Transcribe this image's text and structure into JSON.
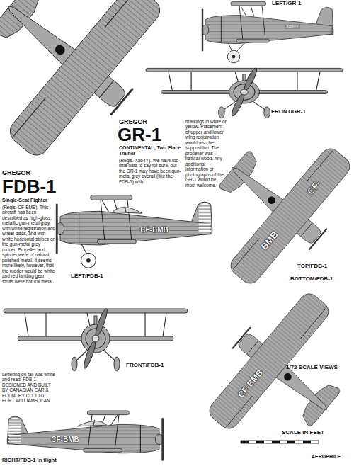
{
  "diagram": {
    "labels": [
      "LEFT/GR-1",
      "X864Y",
      "FRONT/GR-1",
      "GREGOR",
      "GR-1",
      "CONTINENTAL, Two Place Trainer",
      "(Regis. X864Y). We have too little data to say for sure, but the GR-1 may have been gun-metal grey overall (like the FDB-1) with",
      "markings in white or yellow. Placement of upper and lower wing registration would also be supposition. The propeller was natural wood. Any additional information or photographs of the GR-1 would be most welcome.",
      "GREGOR",
      "FDB-1",
      "Single-Seat Fighter",
      "(Regis. CF-BMB). This aircraft has been described as high-gloss, metallic gun-metal gray, with white registration and wheel discs, and with white horizontal stripes on the gun-metal grey rudder. Propeller and spinner were of natural polished metal. It seems more likely, however, that the rudder would be white and red landing gear struts were natural metal.",
      "CF-BMB",
      "LEFT/FDB-1",
      "CF-",
      "BMB",
      "TOP/FDB-1",
      "BOTTOM/FDB-1",
      "FRONT/FDB-1",
      "1/72 SCALE VIEWS",
      "CF-BMB",
      "Lettering on tail was white and read: FDB-1 DESIGNED AND BUILT BY CANADIAN CAR & FOUNDRY CO. LTD. FORT WILLIAMS, CAN.",
      "CF-BMB",
      "SCALE IN FEET",
      "AEROPHILE",
      "RIGHT/FDB-1 in flight"
    ]
  }
}
